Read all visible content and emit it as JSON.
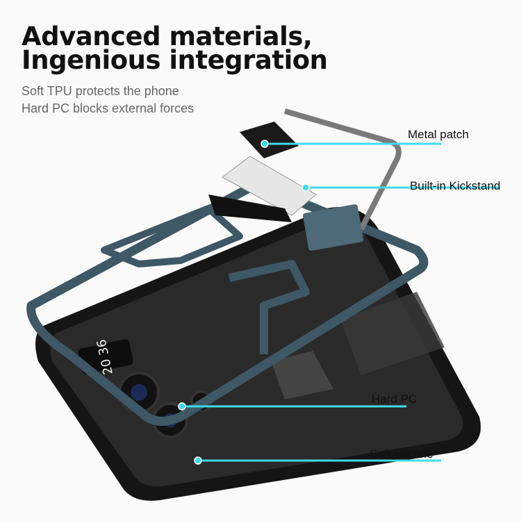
{
  "headline": {
    "line1": "Advanced materials,",
    "line2": "Ingenious integration"
  },
  "subtitle": {
    "line1": "Soft TPU protects the phone",
    "line2": "Hard PC blocks external forces"
  },
  "callouts": [
    {
      "label": "Metal patch"
    },
    {
      "label": "Built-in Kickstand"
    },
    {
      "label": "Hard PC"
    },
    {
      "label": "Soft silicone"
    }
  ],
  "phone_screen_time": "20 36",
  "colors": {
    "callout_line": "#3fdcef",
    "frame": "#3e5866",
    "phone_body": "#151515",
    "background": "#fafafa"
  }
}
